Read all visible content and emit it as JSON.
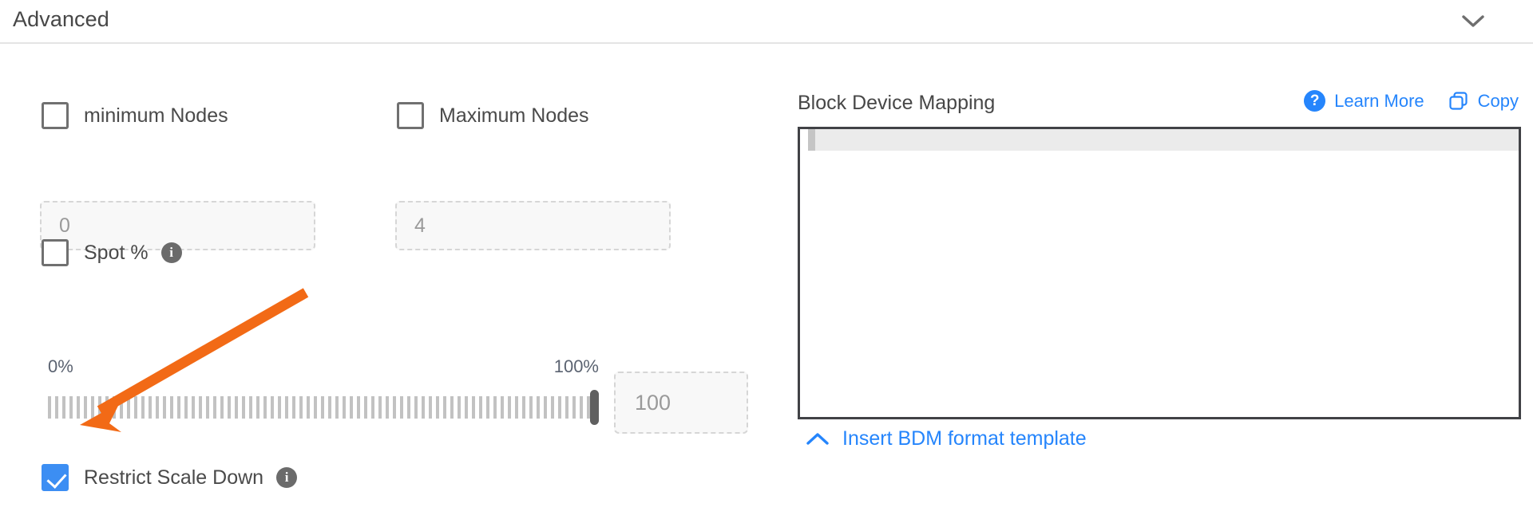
{
  "header": {
    "title": "Advanced",
    "collapse_icon": "chevron-down-icon"
  },
  "advanced": {
    "min_nodes": {
      "label": "minimum Nodes",
      "checked": false,
      "input_placeholder": "0"
    },
    "max_nodes": {
      "label": "Maximum Nodes",
      "checked": false,
      "input_placeholder": "4"
    },
    "spot_percent": {
      "label": "Spot %",
      "checked": false,
      "info_icon": "info-icon",
      "info_glyph": "i"
    },
    "slider": {
      "min_label": "0%",
      "max_label": "100%",
      "value": 100,
      "value_placeholder": "100"
    },
    "restrict_scale_down": {
      "label": "Restrict Scale Down",
      "checked": true,
      "info_icon": "info-icon",
      "info_glyph": "i"
    }
  },
  "block_device_mapping": {
    "title": "Block Device Mapping",
    "learn_more": {
      "label": "Learn More",
      "icon": "help-circle-icon",
      "icon_glyph": "?"
    },
    "copy": {
      "label": "Copy",
      "icon": "copy-icon"
    },
    "editor_content": "",
    "insert_template": {
      "label": "Insert BDM format template",
      "icon": "chevron-up-icon"
    }
  },
  "annotation": {
    "type": "arrow",
    "color": "#f26a16",
    "points_to": "restrict-scale-down-checkbox"
  },
  "colors": {
    "accent_blue": "#2585fc",
    "checkbox_blue": "#3c8ef3",
    "annotation_orange": "#f26a16",
    "text_gray": "#474747",
    "border_gray": "#414246"
  }
}
